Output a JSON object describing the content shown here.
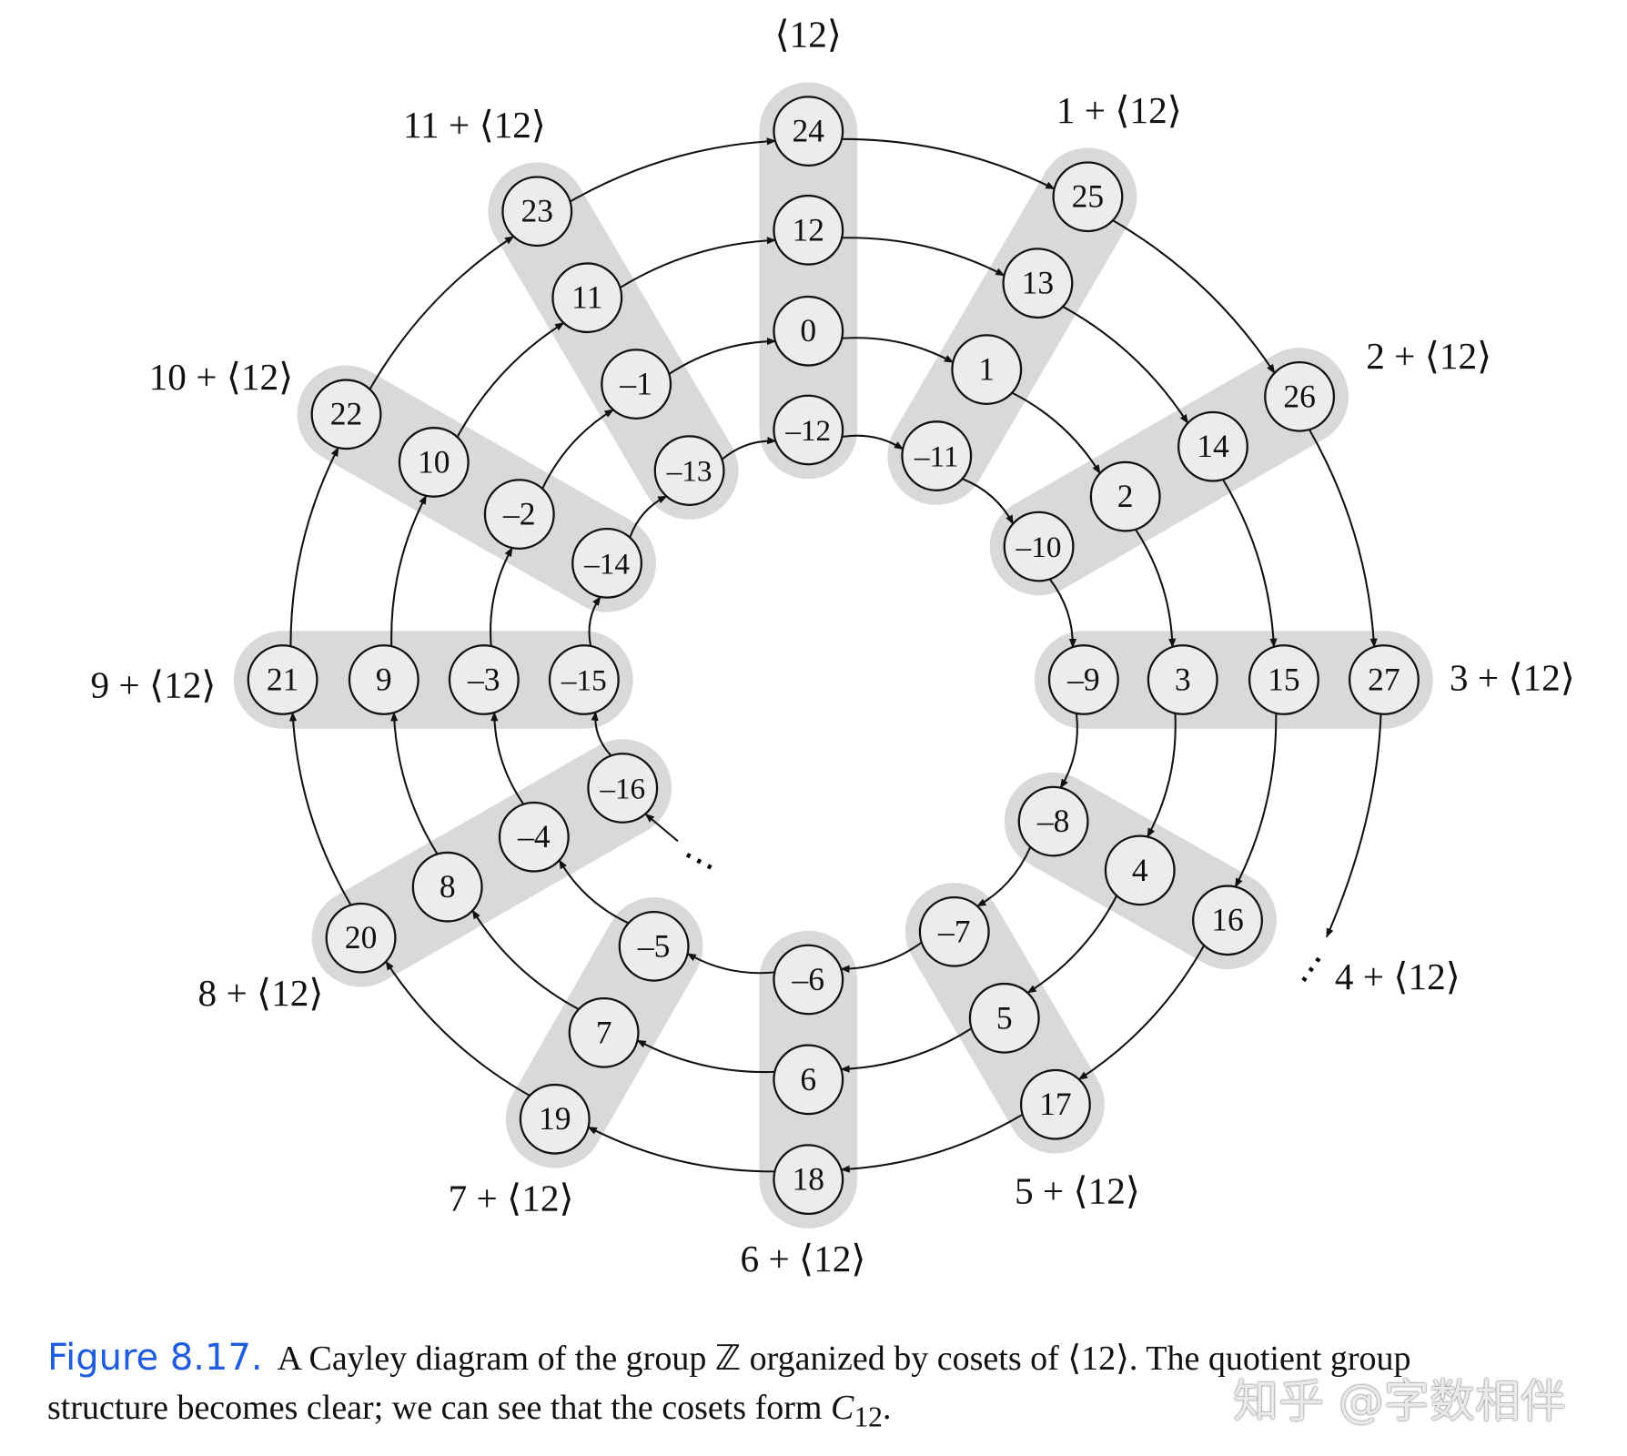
{
  "diagram": {
    "title": "Cayley diagram of Z by cosets of <12>",
    "coset_labels": [
      "⟨12⟩",
      "1 + ⟨12⟩",
      "2 + ⟨12⟩",
      "3 + ⟨12⟩",
      "4 + ⟨12⟩",
      "5 + ⟨12⟩",
      "6 + ⟨12⟩",
      "7 + ⟨12⟩",
      "8 + ⟨12⟩",
      "9 + ⟨12⟩",
      "10 + ⟨12⟩",
      "11 + ⟨12⟩"
    ],
    "nodes": [
      "–16",
      "–15",
      "–14",
      "–13",
      "–12",
      "–11",
      "–10",
      "–9",
      "–8",
      "–7",
      "–6",
      "–5",
      "–4",
      "–3",
      "–2",
      "–1",
      "0",
      "1",
      "2",
      "3",
      "4",
      "5",
      "6",
      "7",
      "8",
      "9",
      "10",
      "11",
      "12",
      "13",
      "14",
      "15",
      "16",
      "17",
      "18",
      "19",
      "20",
      "21",
      "22",
      "23",
      "24",
      "25",
      "26",
      "27"
    ],
    "continuation": "⋯",
    "colors": {
      "band": "#d9d9d9",
      "node_fill": "#ececec",
      "stroke": "#111111"
    }
  },
  "caption": {
    "label": "Figure 8.17.",
    "line1": "A Cayley diagram of the group ℤ organized by cosets of ⟨12⟩. The quotient group",
    "line2_prefix": "structure becomes clear; we can see that the cosets form ",
    "line2_symbol": "C",
    "line2_sub": "12",
    "line2_suffix": "."
  },
  "watermark": "知乎 @字数相伴"
}
